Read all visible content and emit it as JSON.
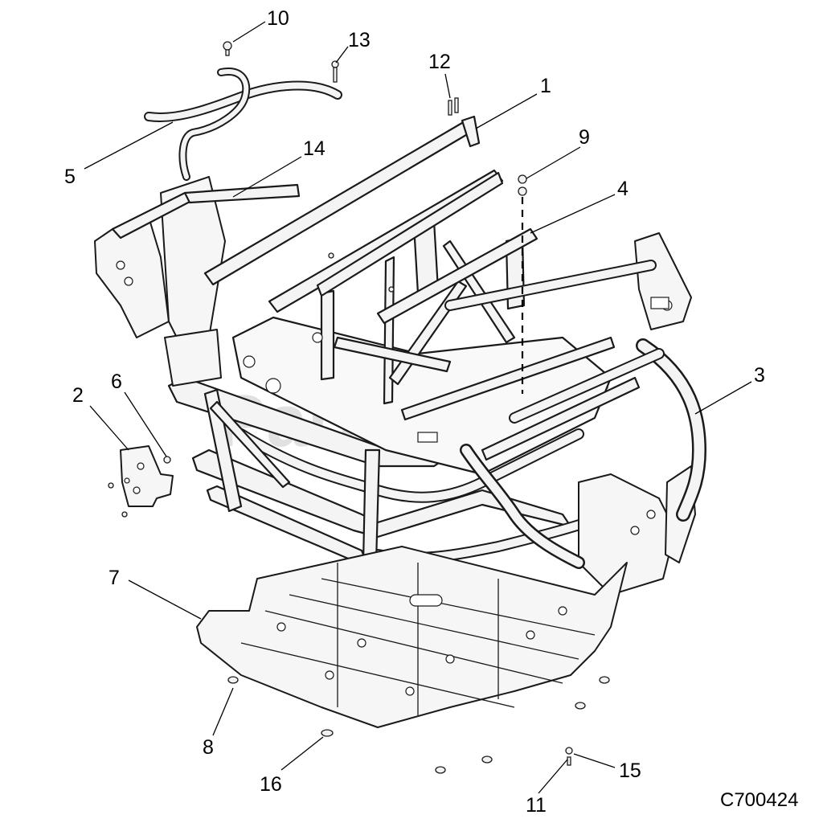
{
  "diagram": {
    "watermark": "PartsTree",
    "watermark_tm": "TM",
    "drawing_code": "C700424",
    "callouts": [
      "1",
      "2",
      "3",
      "4",
      "5",
      "6",
      "7",
      "8",
      "9",
      "10",
      "11",
      "12",
      "13",
      "14",
      "15",
      "16"
    ]
  }
}
